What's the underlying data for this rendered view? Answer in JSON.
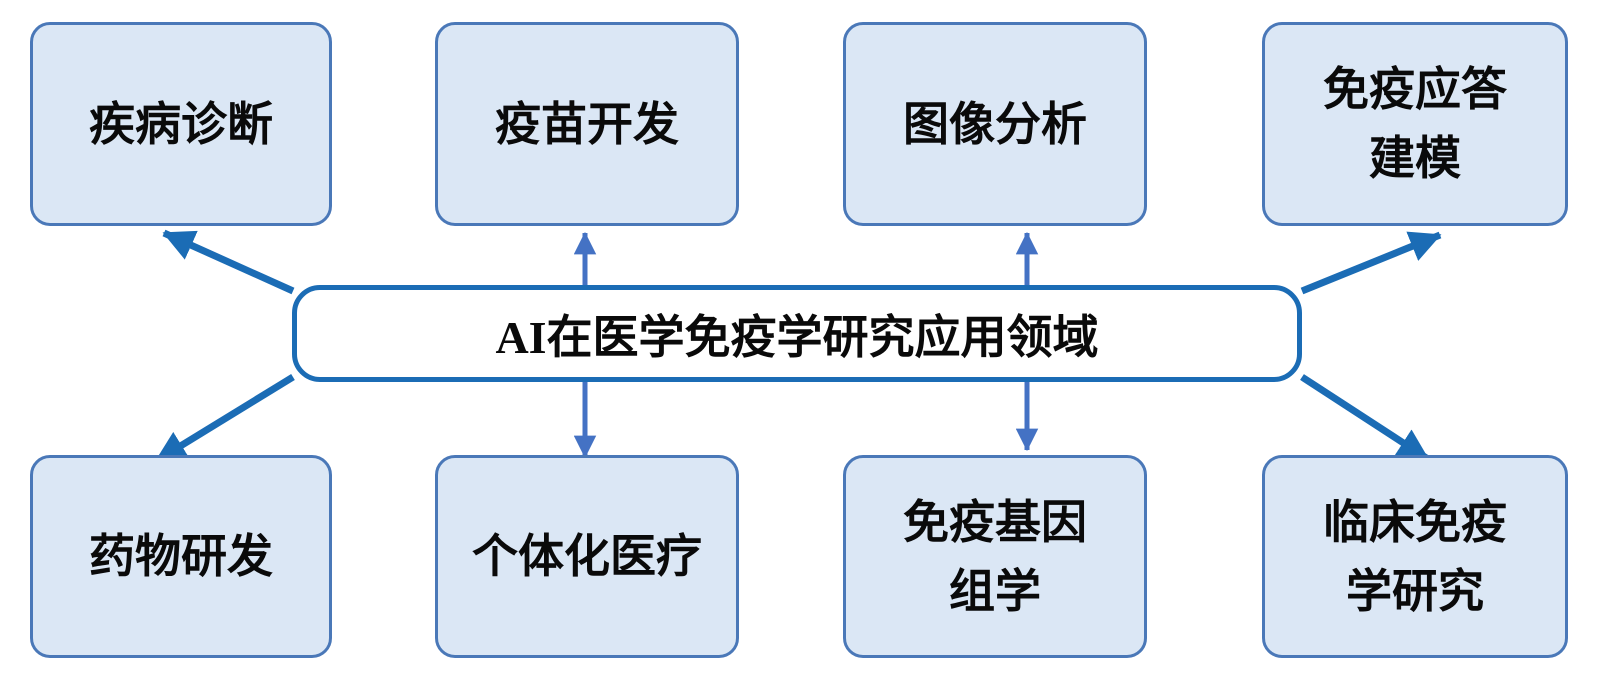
{
  "diagram": {
    "center": {
      "label": "AI在医学免疫学研究应用领域"
    },
    "top_nodes": [
      {
        "id": "disease-diagnosis",
        "label": "疾病诊断"
      },
      {
        "id": "vaccine-development",
        "label": "疫苗开发"
      },
      {
        "id": "image-analysis",
        "label": "图像分析"
      },
      {
        "id": "immune-response-modeling",
        "label": "免疫应答\n建模"
      }
    ],
    "bottom_nodes": [
      {
        "id": "drug-development",
        "label": "药物研发"
      },
      {
        "id": "personalized-medicine",
        "label": "个体化医疗"
      },
      {
        "id": "immunogenomics",
        "label": "免疫基因\n组学"
      },
      {
        "id": "clinical-immunology-research",
        "label": "临床免疫\n学研究"
      }
    ],
    "colors": {
      "node_fill": "#dbe7f5",
      "node_border": "#4a78b8",
      "center_border": "#1b6cb5",
      "diagonal_arrow": "#1b6cb5",
      "vertical_arrow": "#4472c4",
      "text": "#0a0a0a",
      "background": "#ffffff"
    }
  }
}
